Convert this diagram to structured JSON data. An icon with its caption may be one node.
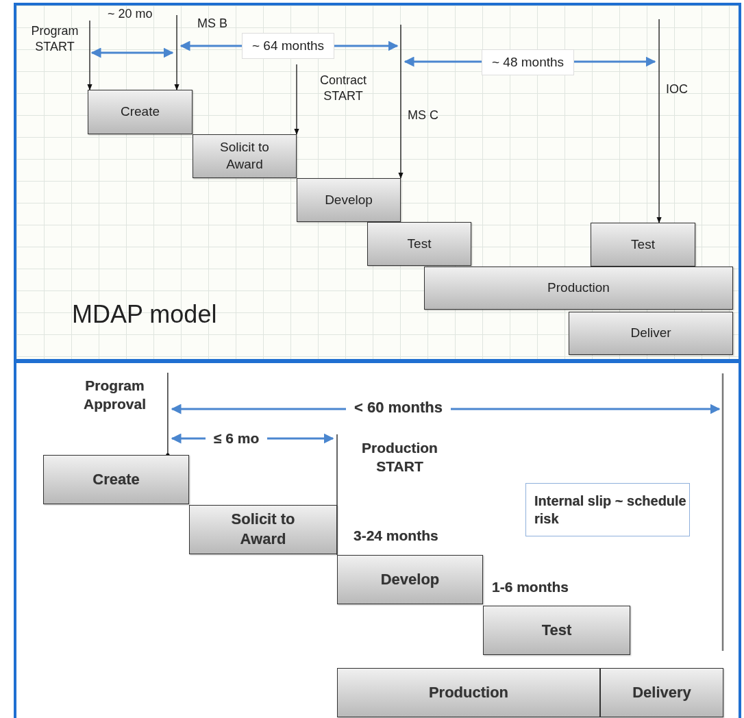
{
  "diagram": {
    "nodes": [
      {
        "text": [
          "Program START"
        ]
      },
      {
        "text": [
          "MS B"
        ]
      },
      {
        "text": [
          "Contract START"
        ]
      },
      {
        "text": [
          "MS C"
        ]
      },
      {
        "text": [
          "IOC"
        ]
      },
      {
        "text": [
          "Create"
        ]
      },
      {
        "text": [
          "Solicit to Award"
        ]
      },
      {
        "text": [
          "Develop"
        ]
      },
      {
        "text": [
          "Test"
        ]
      },
      {
        "text": [
          "Test"
        ]
      },
      {
        "text": [
          "Production"
        ]
      },
      {
        "text": [
          "Deliver"
        ]
      },
      {
        "text": [
          "Program Approval"
        ]
      },
      {
        "text": [
          "Production START"
        ]
      },
      {
        "text": [
          "Create"
        ]
      },
      {
        "text": [
          "Internal slip ~ schedule risk"
        ]
      },
      {
        "text": [
          "Solicit to Award"
        ]
      },
      {
        "text": [
          "Develop"
        ],
        "beside": [
          "3-24 months"
        ]
      },
      {
        "text": [
          "Test"
        ],
        "beside": [
          "1-6 months"
        ]
      },
      {
        "text": [
          "Production"
        ]
      },
      {
        "text": [
          "Delivery"
        ]
      }
    ],
    "edges": [
      {
        "from": 0,
        "to": 5,
        "arrow": "to"
      },
      {
        "from": 1,
        "to": 5,
        "arrow": "to"
      },
      {
        "from": 2,
        "to": 6,
        "arrow": "to"
      },
      {
        "from": 3,
        "to": 7,
        "arrow": "to"
      },
      {
        "from": 4,
        "to": 9,
        "arrow": "to"
      },
      {
        "from": 12,
        "to": 14,
        "arrow": "other"
      },
      {
        "from": 13,
        "to": 17,
        "arrow": "none"
      }
    ],
    "labels": [
      "~ 20 mo",
      "~ 64 months",
      "~ 48 months",
      "MDAP model",
      "< 60 months",
      "≤ 6 mo"
    ]
  }
}
